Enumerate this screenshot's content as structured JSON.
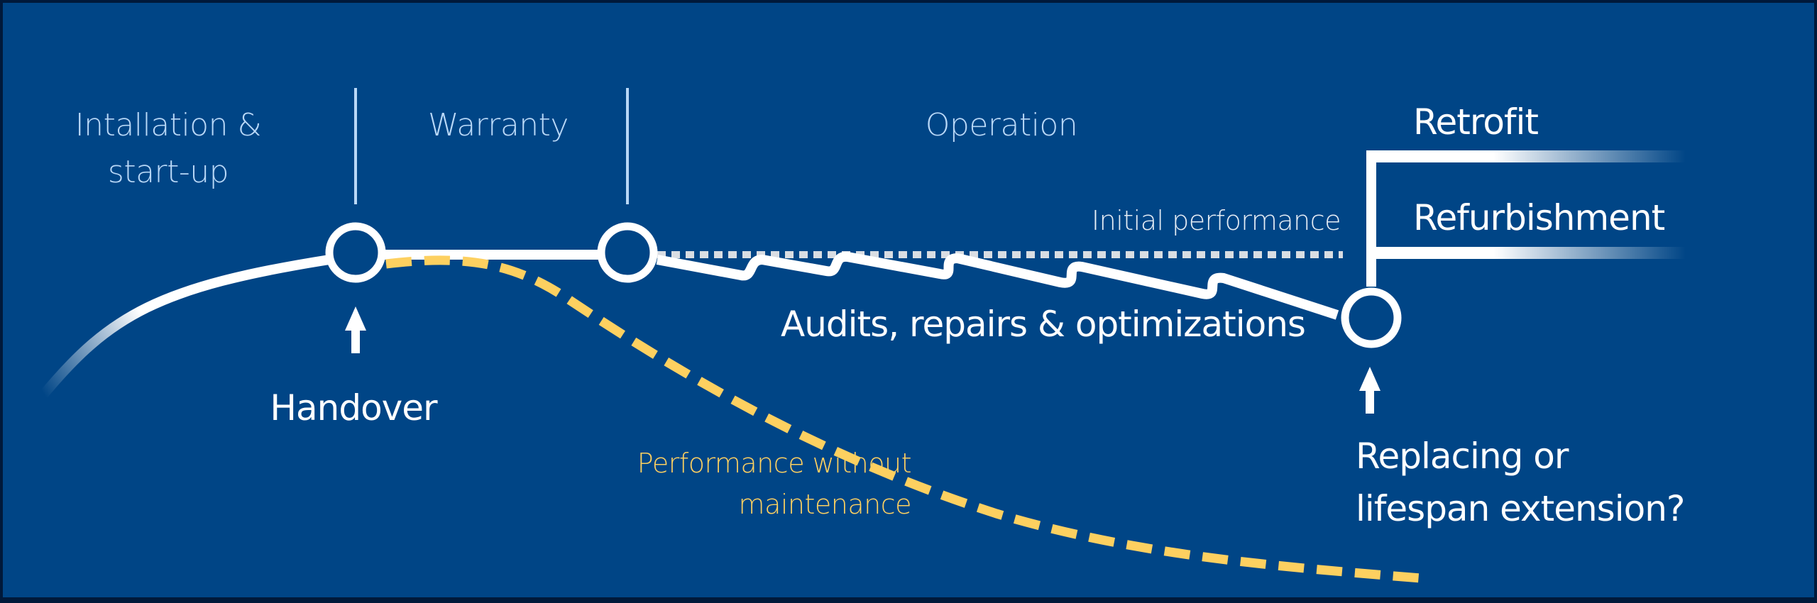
{
  "diagram": {
    "title": "Equipment lifecycle performance",
    "colors": {
      "background": "#004586",
      "border": "#00193a",
      "curve": "#ffffff",
      "phase_text": "#b9d8f7",
      "no_maintenance": "#fdd060",
      "initial_line": "#d9dde3"
    },
    "phases": [
      {
        "line1": "Intallation &",
        "line2": "start-up"
      },
      {
        "line1": "Warranty"
      },
      {
        "line1": "Operation"
      }
    ],
    "milestones": {
      "handover": "Handover",
      "end_of_life": {
        "line1": "Replacing or",
        "line2": "lifespan extension?"
      }
    },
    "curves": {
      "initial_performance": "Initial performance",
      "maintenance": "Audits, repairs & optimizations",
      "no_maintenance": {
        "line1": "Performance without",
        "line2": "maintenance"
      }
    },
    "options": {
      "retrofit": "Retrofit",
      "refurbishment": "Refurbishment"
    }
  }
}
